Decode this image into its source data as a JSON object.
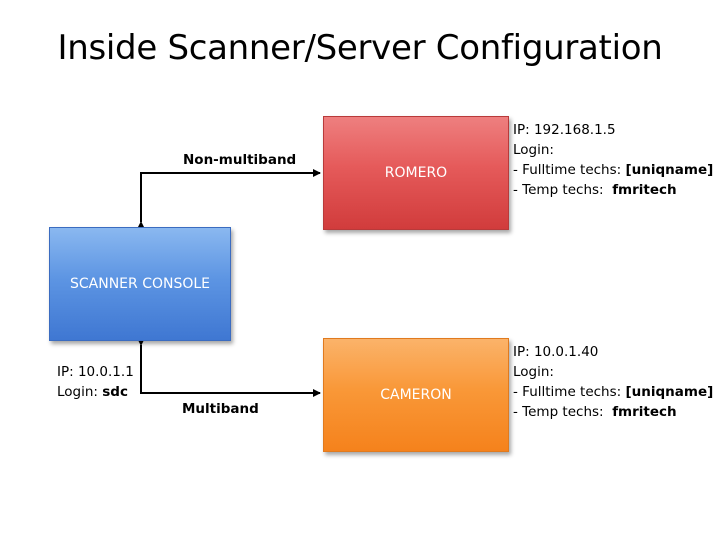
{
  "title": "Inside Scanner/Server Configuration",
  "nodes": {
    "romero": {
      "label": "ROMERO",
      "color": "#e05050",
      "info": {
        "ip": "IP: 192.168.1.5",
        "login": "Login:",
        "fulltime_prefix": "- Fulltime techs: ",
        "fulltime_value": "[uniqname]",
        "temp_prefix": "- Temp techs:  ",
        "temp_value": "fmritech"
      }
    },
    "scanner": {
      "label": "SCANNER CONSOLE",
      "color": "#4f86dc",
      "info": {
        "ip": "IP: 10.0.1.1",
        "login_prefix": "Login: ",
        "login_value": "sdc"
      }
    },
    "cameron": {
      "label": "CAMERON",
      "color": "#f7902a",
      "info": {
        "ip": "IP: 10.0.1.40",
        "login": "Login:",
        "fulltime_prefix": "- Fulltime techs: ",
        "fulltime_value": "[uniqname]",
        "temp_prefix": "- Temp techs:  ",
        "temp_value": "fmritech"
      }
    }
  },
  "edges": {
    "top": "Non-multiband",
    "bottom": "Multiband"
  }
}
